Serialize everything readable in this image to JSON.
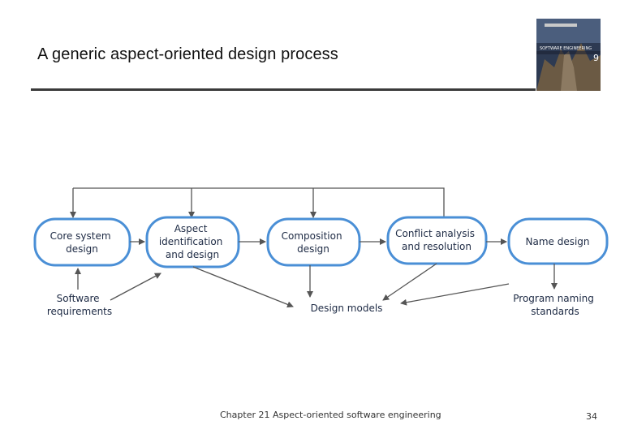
{
  "slide": {
    "title": "A generic aspect-oriented design process",
    "footer": "Chapter 21 Aspect-oriented software engineering",
    "page_number": "34"
  },
  "book_cover": {
    "title_text": "SOFTWARE ENGINEERING",
    "edition": "9"
  },
  "diagram": {
    "process_steps": [
      {
        "id": "core",
        "lines": [
          "Core system",
          "design"
        ]
      },
      {
        "id": "aspect",
        "lines": [
          "Aspect",
          "identification",
          "and design"
        ]
      },
      {
        "id": "composition",
        "lines": [
          "Composition",
          "design"
        ]
      },
      {
        "id": "conflict",
        "lines": [
          "Conflict analysis",
          "and resolution"
        ]
      },
      {
        "id": "naming",
        "lines": [
          "Name design"
        ]
      }
    ],
    "inputs": [
      {
        "id": "requirements",
        "lines": [
          "Software",
          "requirements"
        ]
      },
      {
        "id": "models",
        "lines": [
          "Design models"
        ]
      },
      {
        "id": "standards",
        "lines": [
          "Program naming",
          "standards"
        ]
      }
    ]
  },
  "colors": {
    "box_border": "#4a8fd6",
    "box_fill": "#ffffff",
    "arrow": "#555555",
    "label_text": "#1d2a44"
  }
}
